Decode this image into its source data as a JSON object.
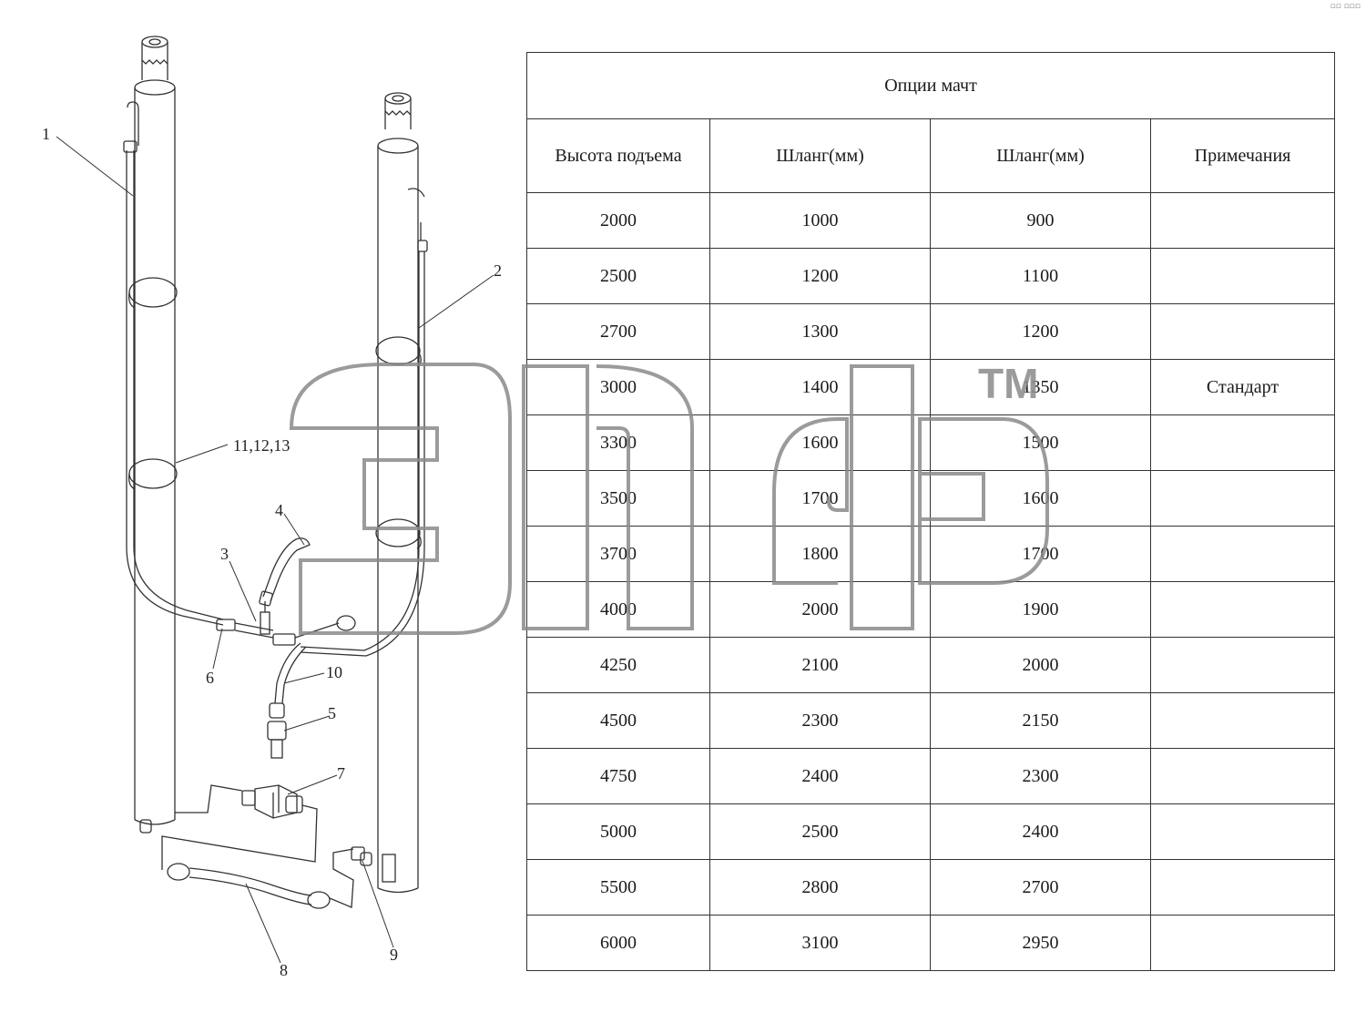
{
  "callouts": {
    "c1": "1",
    "c2": "2",
    "c3": "3",
    "c4": "4",
    "c5": "5",
    "c6": "6",
    "c7": "7",
    "c8": "8",
    "c9": "9",
    "c10": "10",
    "c11": "11,12,13"
  },
  "watermark": {
    "tm": "TM",
    "color": "#8a8a8a"
  },
  "table": {
    "title": "Опции мачт",
    "headers": [
      "Высота подъема",
      "Шланг(мм)",
      "Шланг(мм)",
      "Примечания"
    ],
    "rows": [
      [
        "2000",
        "1000",
        "900",
        ""
      ],
      [
        "2500",
        "1200",
        "1100",
        ""
      ],
      [
        "2700",
        "1300",
        "1200",
        ""
      ],
      [
        "3000",
        "1400",
        "1350",
        "Стандарт"
      ],
      [
        "3300",
        "1600",
        "1500",
        ""
      ],
      [
        "3500",
        "1700",
        "1600",
        ""
      ],
      [
        "3700",
        "1800",
        "1700",
        ""
      ],
      [
        "4000",
        "2000",
        "1900",
        ""
      ],
      [
        "4250",
        "2100",
        "2000",
        ""
      ],
      [
        "4500",
        "2300",
        "2150",
        ""
      ],
      [
        "4750",
        "2400",
        "2300",
        ""
      ],
      [
        "5000",
        "2500",
        "2400",
        ""
      ],
      [
        "5500",
        "2800",
        "2700",
        ""
      ],
      [
        "6000",
        "3100",
        "2950",
        ""
      ]
    ]
  },
  "colors": {
    "line": "#333333",
    "watermark": "#8a8a8a"
  }
}
